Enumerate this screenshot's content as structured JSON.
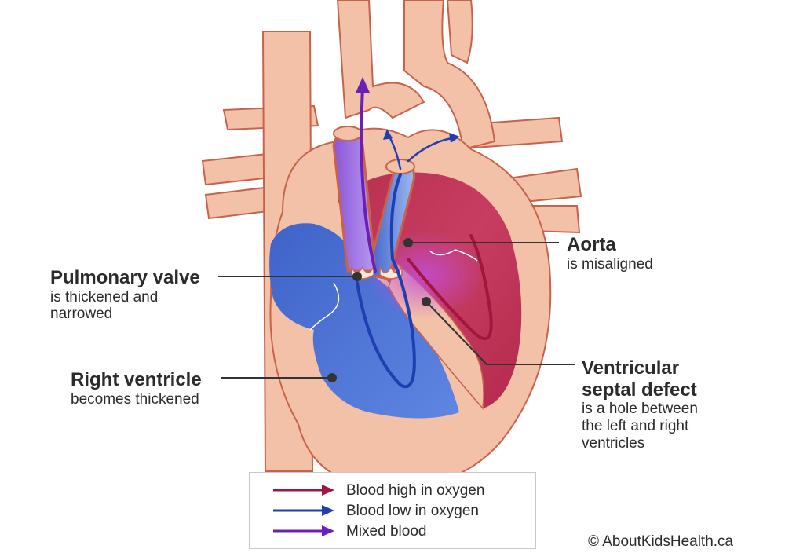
{
  "labels": {
    "pulmonary_valve": {
      "title": "Pulmonary valve",
      "desc_1": "is thickened and",
      "desc_2": "narrowed"
    },
    "aorta": {
      "title": "Aorta",
      "desc": "is misaligned"
    },
    "right_ventricle": {
      "title": "Right ventricle",
      "desc": "becomes thickened"
    },
    "vsd": {
      "title_1": "Ventricular",
      "title_2": "septal defect",
      "desc_1": "is a hole between",
      "desc_2": "the left and right",
      "desc_3": "ventricles"
    }
  },
  "legend": {
    "items": [
      {
        "label": "Blood high in oxygen",
        "color": "#a3153f"
      },
      {
        "label": "Blood low in oxygen",
        "color": "#1f3fb0"
      },
      {
        "label": "Mixed blood",
        "color": "#6a1fb8"
      }
    ]
  },
  "credit": "© AboutKidsHealth.ca",
  "colors": {
    "tissue": "#f2c1a8",
    "tissue_outline": "#c8634a",
    "right_chamber": "#4a6fd0",
    "left_chamber": "#c43a5c",
    "mixed": "#8a3ad0"
  }
}
